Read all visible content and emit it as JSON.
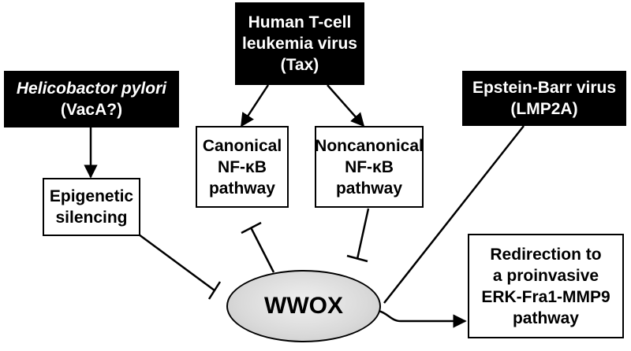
{
  "nodes": {
    "hpylori": {
      "lines": [
        "Helicobactor pylori",
        "(VacA?)"
      ],
      "italic_line": 0
    },
    "htlv": {
      "lines": [
        "Human T-cell",
        "leukemia virus",
        "(Tax)"
      ]
    },
    "ebv": {
      "lines": [
        "Epstein-Barr virus",
        "(LMP2A)"
      ]
    },
    "canonical": {
      "lines": [
        "Canonical",
        "NF-κB",
        "pathway"
      ]
    },
    "noncanonical": {
      "lines": [
        "Noncanonical",
        "NF-κB",
        "pathway"
      ]
    },
    "epigenetic": {
      "lines": [
        "Epigenetic",
        "silencing"
      ]
    },
    "redirection": {
      "lines": [
        "Redirection to",
        "a proinvasive",
        "ERK-Fra1-MMP9",
        "pathway"
      ]
    },
    "wwox": {
      "label": "WWOX"
    }
  },
  "edges": [
    {
      "from": "hpylori",
      "to": "epigenetic",
      "type": "activation"
    },
    {
      "from": "htlv",
      "to": "canonical",
      "type": "activation"
    },
    {
      "from": "htlv",
      "to": "noncanonical",
      "type": "activation"
    },
    {
      "from": "epigenetic",
      "to": "wwox",
      "type": "inhibition"
    },
    {
      "from": "wwox",
      "to": "canonical",
      "type": "inhibition"
    },
    {
      "from": "noncanonical",
      "to": "wwox",
      "type": "inhibition"
    },
    {
      "from": "ebv",
      "to": "wwox",
      "type": "redirection"
    },
    {
      "from": "wwox",
      "to": "redirection",
      "type": "activation"
    }
  ],
  "colors": {
    "dark_box": "#000000",
    "light_box": "#ffffff",
    "line": "#000000"
  }
}
